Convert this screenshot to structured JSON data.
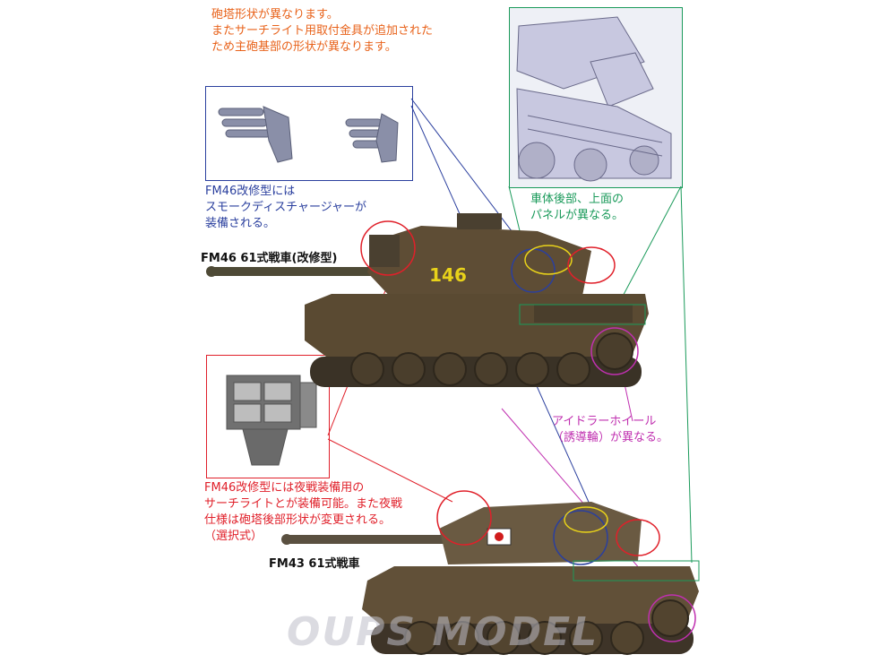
{
  "notes": {
    "turret_shape": "砲塔形状が異なります。\nまたサーチライト用取付金具が追加された\nため主砲基部の形状が異なります。",
    "smoke_dischargers": "FM46改修型には\nスモークディスチャージャーが\n装備される。",
    "rear_hull": "車体後部、上面の\nパネルが異なる。",
    "idler_wheel": "アイドラーホイール\n（誘導輪）が異なる。",
    "searchlight": "FM46改修型には夜戦装備用の\nサーチライトとが装備可能。また夜戦\n仕様は砲塔後部形状が変更される。\n（選択式）"
  },
  "labels": {
    "fm46": "FM46  61式戦車(改修型)",
    "fm43": "FM43  61式戦車",
    "turret_number": "146"
  },
  "watermark": "OUPS MODEL",
  "colors": {
    "orange": "#e8621a",
    "blue": "#2a3f9e",
    "green": "#1a9a5a",
    "red": "#e0202a",
    "pink": "#c030b0",
    "olive": "#5a4a32",
    "yellow": "#e8d21a"
  }
}
